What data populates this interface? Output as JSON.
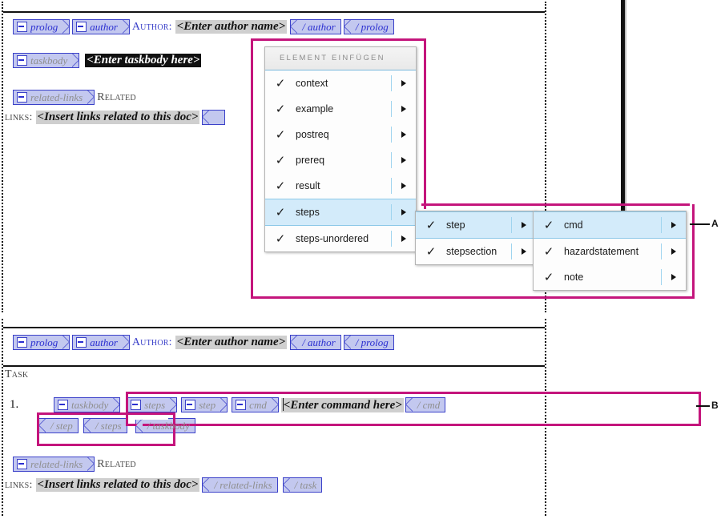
{
  "top_pane": {
    "rows": [
      {
        "id": "prolog-row",
        "tags_before": [
          {
            "name": "prolog",
            "type": "open",
            "label": "prolog",
            "style": "blue"
          },
          {
            "name": "author",
            "type": "open",
            "label": "author",
            "style": "blue"
          }
        ],
        "field_label": "Author:",
        "placeholder": "<Enter author name>",
        "tags_after": [
          {
            "name": "author-close",
            "type": "close",
            "label": "/ author"
          },
          {
            "name": "prolog-close",
            "type": "close",
            "label": "/ prolog"
          }
        ]
      },
      {
        "id": "taskbody-row",
        "tags_before": [
          {
            "name": "taskbody",
            "type": "open",
            "label": "taskbody",
            "style": "gray"
          }
        ],
        "placeholder": "<Enter taskbody here>",
        "selected": true
      },
      {
        "id": "related-links-row",
        "tags_before": [
          {
            "name": "related-links",
            "type": "open",
            "label": "related-links",
            "style": "gray"
          }
        ],
        "field_label": "Related"
      },
      {
        "id": "links-row",
        "field_label": "links:",
        "placeholder": "<Insert links related to this doc>"
      }
    ]
  },
  "bottom_pane": {
    "rows": [
      {
        "id": "prolog-row-2",
        "tags_before": [
          {
            "name": "prolog",
            "type": "open",
            "label": "prolog",
            "style": "blue"
          },
          {
            "name": "author",
            "type": "open",
            "label": "author",
            "style": "blue"
          }
        ],
        "field_label": "Author:",
        "placeholder": "<Enter author name>",
        "tags_after": [
          {
            "name": "author-close",
            "type": "close",
            "label": "/ author"
          },
          {
            "name": "prolog-close",
            "type": "close",
            "label": "/ prolog"
          }
        ]
      },
      {
        "id": "task-label-row",
        "field_label": "Task"
      },
      {
        "id": "steps-row",
        "list_number": "1.",
        "tags_before": [
          {
            "name": "taskbody",
            "type": "open",
            "label": "taskbody",
            "style": "gray"
          },
          {
            "name": "steps",
            "type": "open",
            "label": "steps",
            "style": "gray"
          },
          {
            "name": "step",
            "type": "open",
            "label": "step",
            "style": "gray"
          },
          {
            "name": "cmd",
            "type": "open",
            "label": "cmd",
            "style": "gray"
          }
        ],
        "placeholder": "<Enter command here>",
        "tags_after": [
          {
            "name": "cmd-close",
            "type": "close",
            "label": "/ cmd"
          }
        ]
      },
      {
        "id": "close-tags-row",
        "tags_after": [
          {
            "name": "step-close",
            "type": "close",
            "label": "/ step"
          },
          {
            "name": "steps-close",
            "type": "close",
            "label": "/ steps"
          },
          {
            "name": "taskbody-close",
            "type": "close",
            "label": "/ taskbody"
          }
        ]
      },
      {
        "id": "related-links-row-2",
        "tags_before": [
          {
            "name": "related-links",
            "type": "open",
            "label": "related-links",
            "style": "gray"
          }
        ],
        "field_label": "Related"
      },
      {
        "id": "links-row-2",
        "field_label": "links:",
        "placeholder": "<Insert links related to this doc>",
        "tags_after": [
          {
            "name": "related-links-close",
            "type": "close",
            "label": "/ related-links"
          },
          {
            "name": "task-close",
            "type": "close",
            "label": "/ task"
          }
        ]
      }
    ]
  },
  "menus": {
    "primary": {
      "title": "Element einfügen",
      "items": [
        {
          "label": "context",
          "checked": true,
          "has_submenu": true,
          "selected": false
        },
        {
          "label": "example",
          "checked": true,
          "has_submenu": true,
          "selected": false
        },
        {
          "label": "postreq",
          "checked": true,
          "has_submenu": true,
          "selected": false
        },
        {
          "label": "prereq",
          "checked": true,
          "has_submenu": true,
          "selected": false
        },
        {
          "label": "result",
          "checked": true,
          "has_submenu": true,
          "selected": false
        },
        {
          "label": "steps",
          "checked": true,
          "has_submenu": true,
          "selected": true
        },
        {
          "label": "steps-unordered",
          "checked": true,
          "has_submenu": true,
          "selected": false
        }
      ]
    },
    "submenu_1": {
      "items": [
        {
          "label": "step",
          "checked": true,
          "has_submenu": true,
          "selected": true
        },
        {
          "label": "stepsection",
          "checked": true,
          "has_submenu": true,
          "selected": false
        }
      ]
    },
    "submenu_2": {
      "items": [
        {
          "label": "cmd",
          "checked": true,
          "has_submenu": true,
          "selected": true
        },
        {
          "label": "hazardstatement",
          "checked": true,
          "has_submenu": true,
          "selected": false
        },
        {
          "label": "note",
          "checked": true,
          "has_submenu": true,
          "selected": false
        }
      ]
    },
    "checkmark_glyph": "✓"
  },
  "callouts": [
    {
      "id": "A",
      "label": "A"
    },
    {
      "id": "B",
      "label": "B"
    }
  ],
  "colors": {
    "annotation": "#c4157c",
    "tag_fill": "#c3c8ef",
    "tag_border": "#3b41c9",
    "tag_text": "#2b2fd0",
    "tag_text_gray": "#8f8f8f",
    "menu_highlight": "#d3ebfa",
    "placeholder_bg": "#cfcfcf",
    "selection_bg": "#111111"
  }
}
